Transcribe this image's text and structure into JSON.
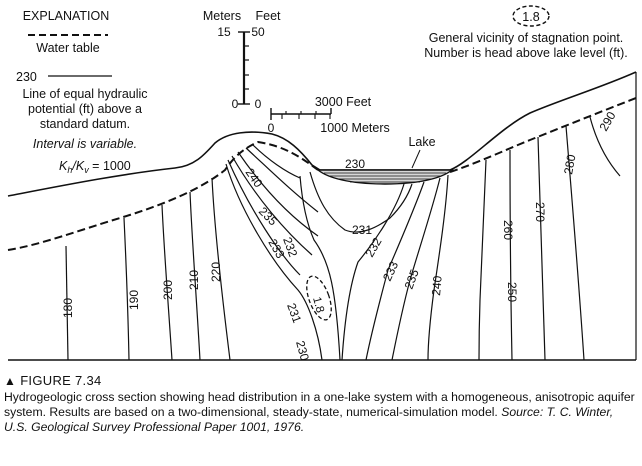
{
  "legend": {
    "heading": "EXPLANATION",
    "water_table": "Water table",
    "contour_value": "230",
    "contour_desc": [
      "Line of equal hydraulic",
      "potential (ft) above a",
      "standard datum."
    ],
    "interval_note": "Interval is variable.",
    "anisotropy": "K",
    "anisotropy_h": "h",
    "anisotropy_v": "v",
    "anisotropy_value": "= 1000"
  },
  "scale": {
    "meters_label": "Meters",
    "feet_label": "Feet",
    "m_top": "15",
    "ft_top": "50",
    "m_zero": "0",
    "ft_zero": "0",
    "h_feet": "3000 Feet",
    "h_zero": "0",
    "h_meters": "1000 Meters"
  },
  "stagnation": {
    "value": "1.8",
    "desc": [
      "General vicinity of stagnation point.",
      "Number is head above lake level (ft)."
    ]
  },
  "lake_label": "Lake",
  "contour_labels": [
    "180",
    "190",
    "200",
    "210",
    "220",
    "230",
    "231",
    "232",
    "233",
    "235",
    "240",
    "250",
    "260",
    "270",
    "280",
    "290",
    "230",
    "231",
    "232",
    "233",
    "235",
    "240",
    "1.8"
  ],
  "caption": {
    "figure": "FIGURE 7.34",
    "text": "Hydrogeologic cross section showing head distribution in a one-lake system with a homogeneous, anisotropic aquifer system. Results are based on a two-dimensional, steady-state, numerical-simulation model.",
    "source": "Source: T. C. Winter, U.S. Geological Survey Professional Paper 1001, 1976."
  }
}
